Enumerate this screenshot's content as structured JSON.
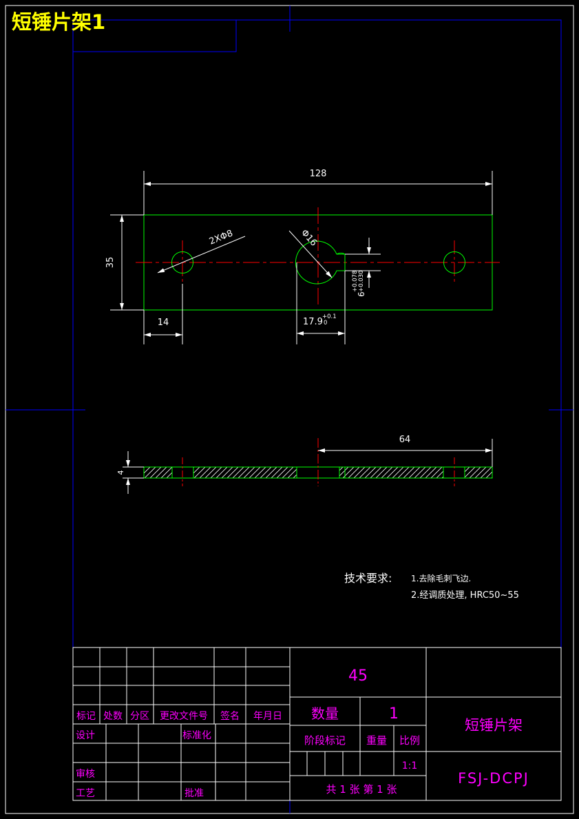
{
  "page_title": "短锤片架1",
  "colors": {
    "background": "#000000",
    "frame": "#ffffff",
    "inner_border": "#0000ff",
    "part_outline": "#00ff00",
    "centerline": "#ff0000",
    "table_text": "#ff00ff",
    "title": "#ffff00"
  },
  "dimensions": {
    "overall_length": "128",
    "height": "35",
    "hole_small": "2XΦ8",
    "hole_left_offset": "14",
    "hole_large": "Φ16",
    "slot_width_base": "6",
    "slot_width_upper_tol": "+0.078",
    "slot_width_lower_tol": "+0.030",
    "slot_depth_base": "17.9",
    "slot_depth_upper_tol": "+0.1",
    "slot_depth_lower_tol": "0",
    "hole_spacing": "64",
    "thickness": "4"
  },
  "technical_requirements": {
    "heading": "技术要求:",
    "items": [
      "1.去除毛刺飞边.",
      "2.经调质处理, HRC50~55"
    ]
  },
  "title_block": {
    "material": "45",
    "headers": [
      "标记",
      "处数",
      "分区",
      "更改文件号",
      "签名",
      "年月日"
    ],
    "design": "设计",
    "standardization": "标准化",
    "review": "审核",
    "process": "工艺",
    "approve": "批准",
    "quantity_label": "数量",
    "quantity_value": "1",
    "stage_mark": "阶段标记",
    "weight": "重量",
    "scale_label": "比例",
    "scale_value": "1:1",
    "sheets": "共 1 张 第 1 张",
    "part_name": "短锤片架",
    "drawing_number": "FSJ-DCPJ"
  }
}
